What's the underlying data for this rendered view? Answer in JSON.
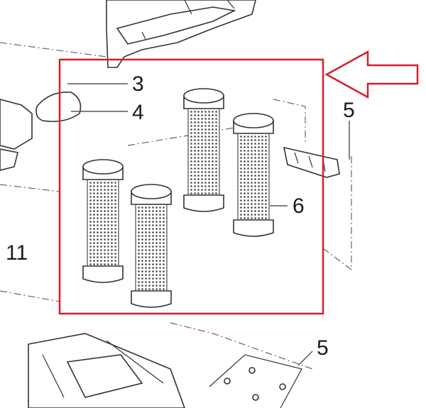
{
  "diagram": {
    "labels": {
      "part_3": "3",
      "part_4": "4",
      "part_5_top": "5",
      "part_6": "6",
      "part_11": "11",
      "part_5_bottom": "5"
    },
    "highlight_color": "#d42027",
    "line_color": "#333333"
  }
}
